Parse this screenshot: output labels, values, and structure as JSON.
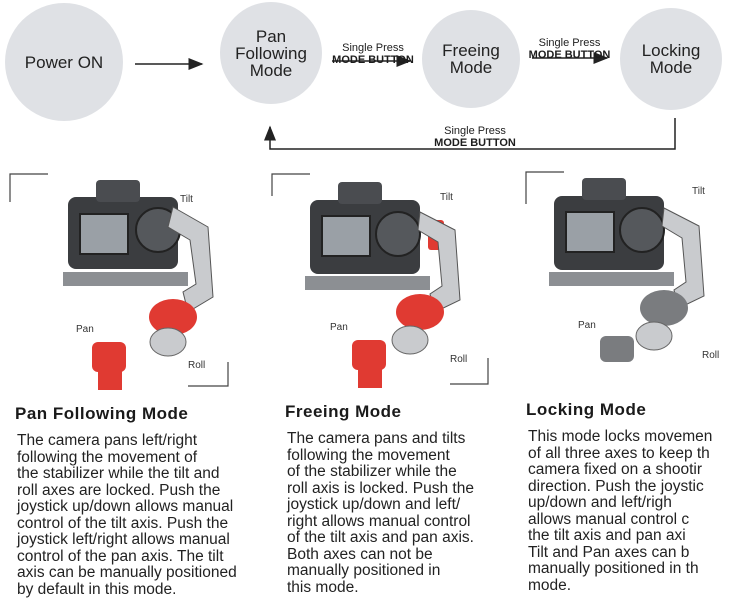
{
  "flow": {
    "power_on": "Power ON",
    "pan_following": "Pan\nFollowing\nMode",
    "freeing": "Freeing\nMode",
    "locking": "Locking\nMode",
    "press1_line1": "Single Press",
    "press1_line2": "MODE BUTTON",
    "press2_line1": "Single Press",
    "press2_line2": "MODE BUTTON",
    "press3_line1": "Single Press",
    "press3_line2": "MODE BUTTON"
  },
  "images": [
    {
      "tilt": "Tilt",
      "pan": "Pan",
      "roll": "Roll",
      "accent": "#e03a32"
    },
    {
      "tilt": "Tilt",
      "pan": "Pan",
      "roll": "Roll",
      "accent": "#e03a32"
    },
    {
      "tilt": "Tilt",
      "pan": "Pan",
      "roll": "Roll",
      "accent": "#7a7c7f"
    }
  ],
  "modes": [
    {
      "title": "Pan Following Mode",
      "lines": [
        "The camera pans left/right",
        "following the movement of",
        "the stabilizer while the tilt and",
        "roll axes are locked. Push the",
        "joystick up/down allows manual",
        "control of the tilt axis. Push the",
        "joystick left/right allows manual",
        "control of the pan axis. The tilt",
        "axis can be manually positioned",
        "by default in this mode."
      ]
    },
    {
      "title": "Freeing Mode",
      "lines": [
        "The camera pans and tilts",
        "following the movement",
        "of the stabilizer while the",
        "roll axis is locked. Push the",
        "joystick up/down and left/",
        "right allows manual control",
        "of the tilt axis and pan axis.",
        "Both axes can not be",
        "manually positioned in",
        "this mode."
      ]
    },
    {
      "title": "Locking Mode",
      "lines": [
        "This mode locks movemen",
        "of all three axes to keep th",
        "camera fixed on a shootir",
        "direction. Push the joystic",
        "up/down and left/righ",
        "allows manual control c",
        "the tilt axis and pan axi",
        "Tilt and Pan axes can b",
        "manually positioned in th",
        "mode."
      ]
    }
  ]
}
